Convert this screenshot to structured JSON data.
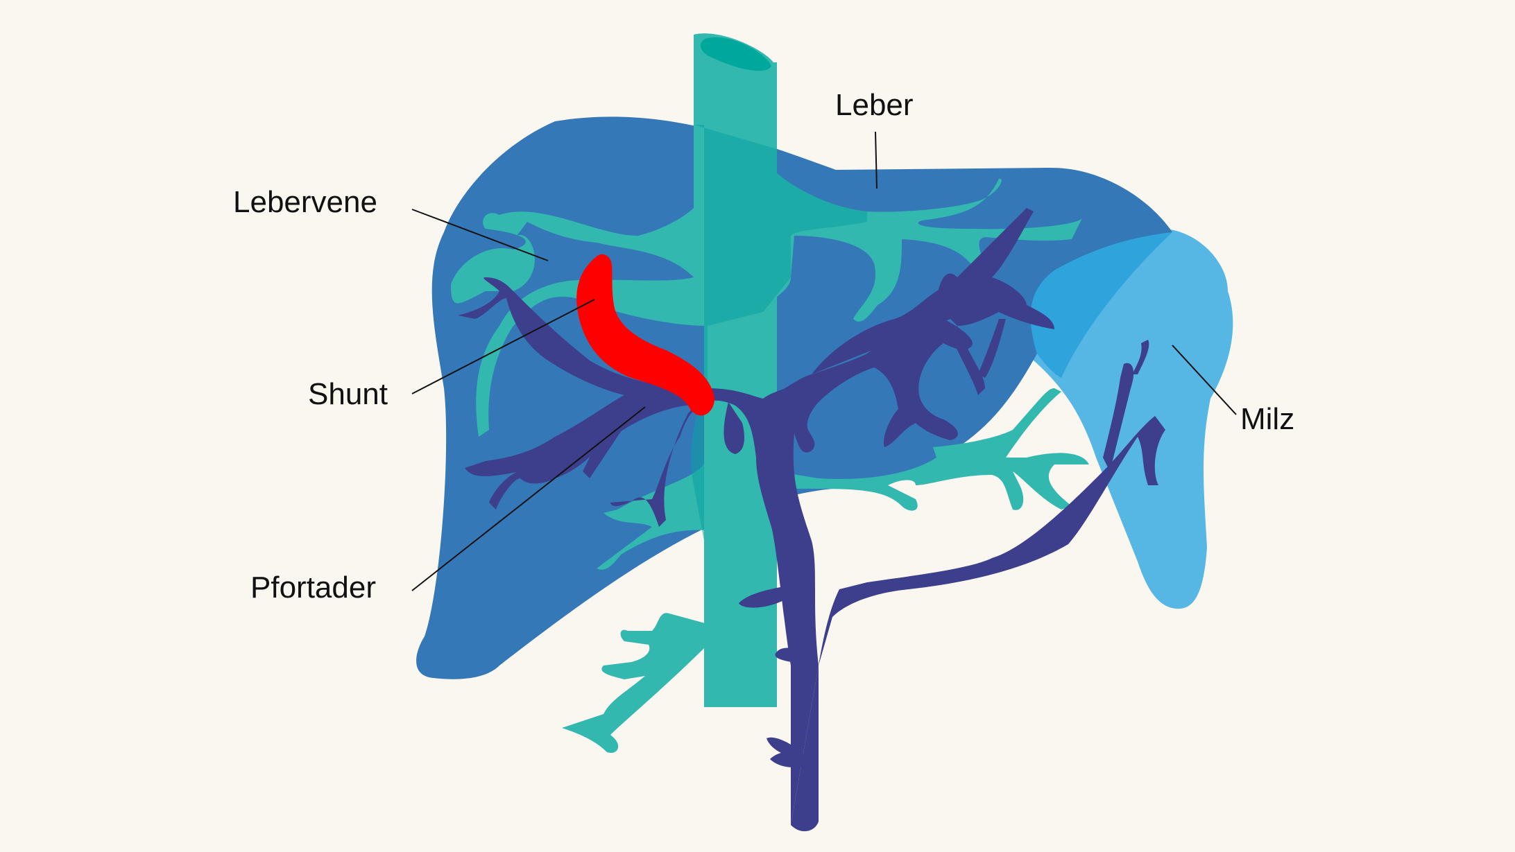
{
  "labels": {
    "leber": "Leber",
    "lebervene": "Lebervene",
    "shunt": "Shunt",
    "pfortader": "Pfortader",
    "milz": "Milz"
  },
  "colors": {
    "background": "#faf7f1",
    "liver": "#3578b8",
    "spleen": "#56b7e4",
    "hepatic_vein": "#33b8b0",
    "portal_vein": "#3d3e8c",
    "shunt": "#ff0000",
    "text": "#111111"
  }
}
